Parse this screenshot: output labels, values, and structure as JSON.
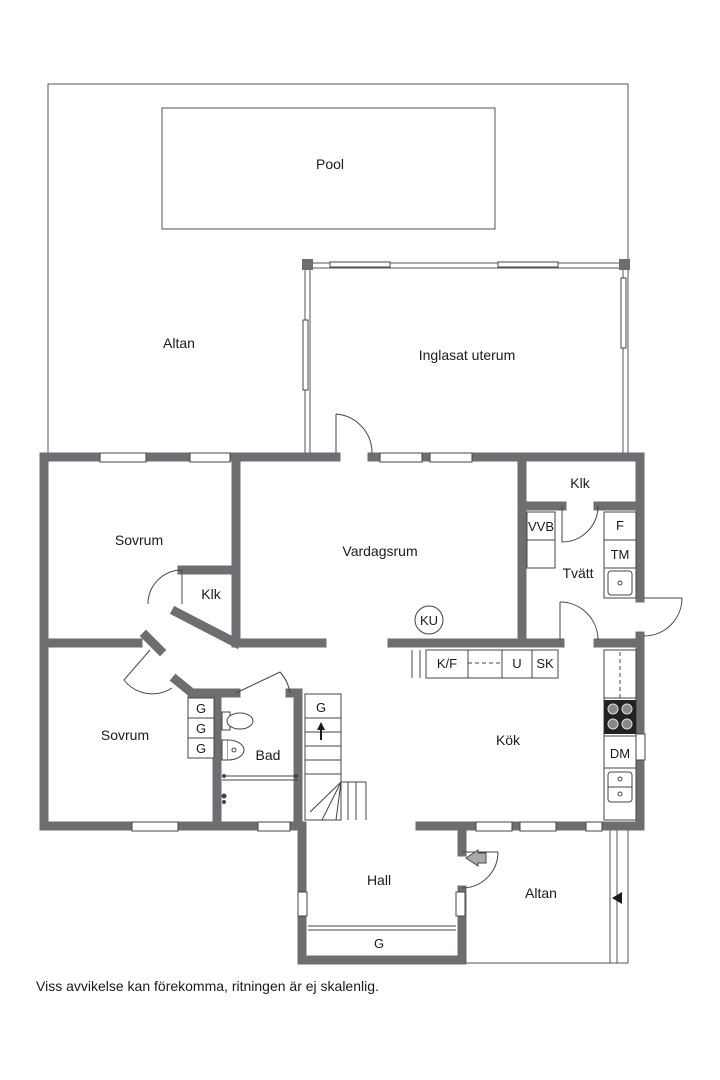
{
  "rooms": {
    "pool": "Pool",
    "altan_top": "Altan",
    "uterum": "Inglasat uterum",
    "sovrum_top": "Sovrum",
    "klk_bedroom": "Klk",
    "vardagsrum": "Vardagsrum",
    "klk_corner": "Klk",
    "tvatt": "Tvätt",
    "sovrum_bottom": "Sovrum",
    "bad": "Bad",
    "kok": "Kök",
    "hall": "Hall",
    "altan_bottom": "Altan"
  },
  "fixtures": {
    "vvb": "VVB",
    "f": "F",
    "tm": "TM",
    "ku": "KU",
    "kf": "K/F",
    "u": "U",
    "sk": "SK",
    "dm": "DM",
    "g_stair": "G",
    "g_bath_1": "G",
    "g_bath_2": "G",
    "g_bath_3": "G",
    "g_hall": "G"
  },
  "colors": {
    "wall": "#6d6e71",
    "line": "#444444",
    "window": "#ffffff"
  },
  "disclaimer": "Viss avvikelse kan förekomma, ritningen är ej skalenlig."
}
